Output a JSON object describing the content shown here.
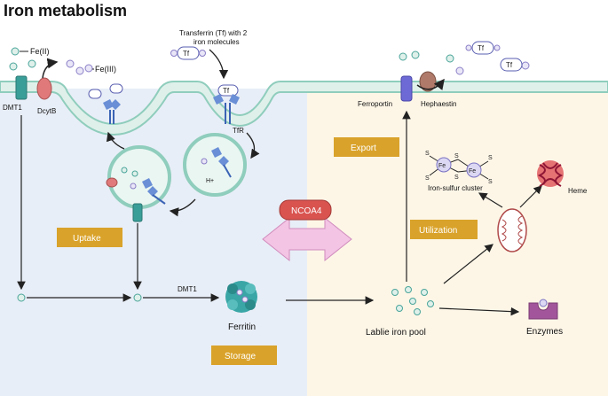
{
  "title": "Iron metabolism",
  "labels": {
    "fe2": "Fe(II)",
    "fe3": "Fe(III)",
    "dmt1_membrane": "DMT1",
    "dcytb": "DcytB",
    "transferrin_line1": "Transferrin (Tf) with 2",
    "transferrin_line2": "iron molecules",
    "tfr": "TfR",
    "hplus": "H+",
    "ferroportin": "Ferroportin",
    "hephaestin": "Hephaestin",
    "iron_sulfur_cluster": "Iron-sulfur cluster",
    "heme": "Heme",
    "dmt1_ferritin": "DMT1",
    "ferritin": "Ferritin",
    "labile_pool": "Lablie iron pool",
    "enzymes": "Enzymes",
    "ncoa4": "NCOA4",
    "tf": "Tf",
    "fe": "Fe",
    "s": "S"
  },
  "boxes": {
    "uptake": "Uptake",
    "storage": "Storage",
    "export": "Export",
    "utilization": "Utilization"
  },
  "colors": {
    "left_bg": "#e8eef7",
    "right_bg": "#fdf6e7",
    "membrane_fill": "#dff0ea",
    "membrane_line": "#8fcdbc",
    "process_box": "#d9a22a",
    "ncoa4": "#d9534f",
    "arrow_pink": "#f3c4e4",
    "ferritin": "#3aa6a6",
    "enzyme": "#a3559b",
    "heme": "#c2185b",
    "ferroportin": "#6d6ad6",
    "hephaestin": "#b07a6a",
    "dcytb": "#e07a7a",
    "dmt1": "#3a9e98"
  },
  "icons": [
    "iron-ion-icon",
    "transferrin-icon",
    "transferrin-receptor-icon",
    "endosome-icon",
    "ferritin-icon",
    "mitochondrion-icon",
    "heme-icon",
    "enzyme-icon",
    "ferroportin-icon",
    "hephaestin-icon",
    "dmt1-icon",
    "dcytb-icon",
    "iron-sulfur-cluster-icon"
  ]
}
